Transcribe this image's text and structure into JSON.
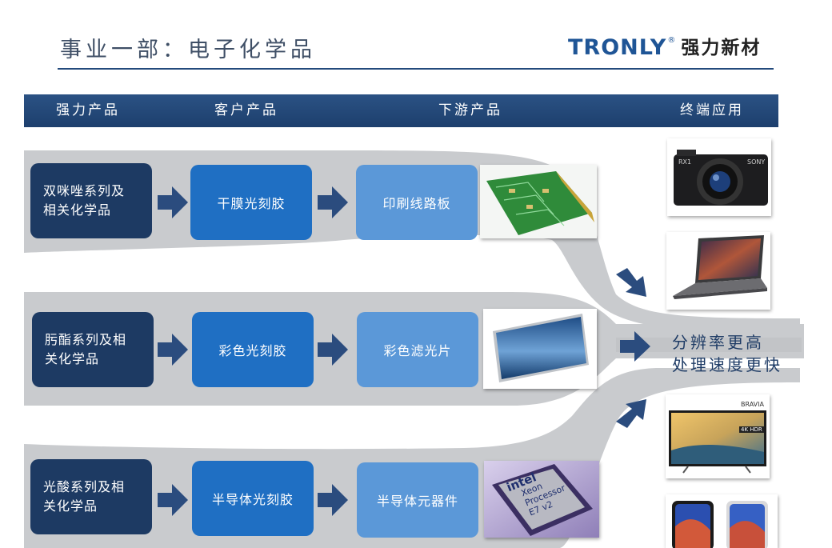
{
  "slide": {
    "title": "事业一部：电子化学品"
  },
  "logo": {
    "brand": "TRONLY",
    "reg_mark": "®",
    "name_cn": "强力新材"
  },
  "header": {
    "col1": "强力产品",
    "col2": "客户产品",
    "col3": "下游产品",
    "col4": "终端应用"
  },
  "rows": [
    {
      "product": [
        "双咪唑系列及",
        "相关化学品"
      ],
      "customer": "干膜光刻胶",
      "downstream": "印刷线路板",
      "image": "pcb-image"
    },
    {
      "product": [
        "肟酯系列及相",
        "关化学品"
      ],
      "customer": "彩色光刻胶",
      "downstream": "彩色滤光片",
      "image": "lcd-panel-image"
    },
    {
      "product": [
        "光酸系列及相",
        "关化学品"
      ],
      "customer": "半导体光刻胶",
      "downstream": "半导体元器件",
      "image": "cpu-chip-image"
    }
  ],
  "chip": {
    "brand": "intel",
    "line1": "Xeon",
    "line2": "Processor",
    "line3": "E7 v2"
  },
  "tv": {
    "brand": "BRAVIA",
    "badge": "4K HDR"
  },
  "camera": {
    "brand": "SONY",
    "model": "RX1"
  },
  "result": {
    "line1": "分辨率更高",
    "line2": "处理速度更快"
  },
  "end_apps": [
    "camera-image",
    "laptop-image",
    "tv-image",
    "smartphone-image"
  ],
  "colors": {
    "navy": "#1d3a63",
    "mid_blue": "#1f6fc3",
    "light_blue": "#5b98d8",
    "header_blue": "#234a7c",
    "band_gray": "#c9cbce"
  }
}
